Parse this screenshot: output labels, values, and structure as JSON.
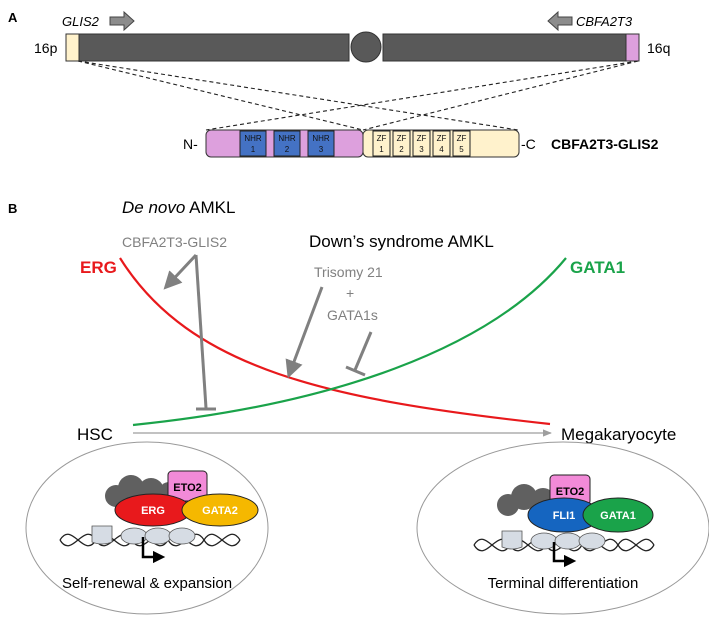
{
  "panel_a": {
    "label": "A",
    "gene_left": "GLIS2",
    "gene_right": "CBFA2T3",
    "arm_left": "16p",
    "arm_right": "16q",
    "n_terminus": "N-",
    "c_terminus": "-C",
    "fusion_name": "CBFA2T3-GLIS2",
    "nhr_domains": [
      {
        "line1": "NHR",
        "line2": "1"
      },
      {
        "line1": "NHR",
        "line2": "2"
      },
      {
        "line1": "NHR",
        "line2": "3"
      }
    ],
    "zf_domains": [
      {
        "line1": "ZF",
        "line2": "1"
      },
      {
        "line1": "ZF",
        "line2": "2"
      },
      {
        "line1": "ZF",
        "line2": "3"
      },
      {
        "line1": "ZF",
        "line2": "4"
      },
      {
        "line1": "ZF",
        "line2": "5"
      }
    ]
  },
  "panel_b": {
    "label": "B",
    "de_novo_italic": "De novo",
    "de_novo_rest": " AMKL",
    "fusion_label": "CBFA2T3-GLIS2",
    "down_syndrome": "Down’s syndrome AMKL",
    "trisomy": "Trisomy 21",
    "plus": "+",
    "gata1s": "GATA1s",
    "erg_curve_label": "ERG",
    "gata1_curve_label": "GATA1",
    "axis_start": "HSC",
    "axis_end": "Megakaryocyte",
    "left_complex": {
      "eto2": "ETO2",
      "factor1": "ERG",
      "factor2": "GATA2",
      "caption": "Self-renewal & expansion"
    },
    "right_complex": {
      "eto2": "ETO2",
      "factor1": "FLI1",
      "factor2": "GATA1",
      "caption": "Terminal differentiation"
    }
  },
  "colors": {
    "erg_red": "#e8191c",
    "gata1_green": "#1aa34a",
    "nhr_blue": "#4472c4",
    "pink": "#dda0dd",
    "zf_yellow": "#fff2cc",
    "chromosome_gray": "#555555",
    "annotation_gray": "#808080",
    "gata2_orange": "#f5b800",
    "fli1_blue": "#1565c0",
    "eto2_pink": "#f28ad8"
  }
}
